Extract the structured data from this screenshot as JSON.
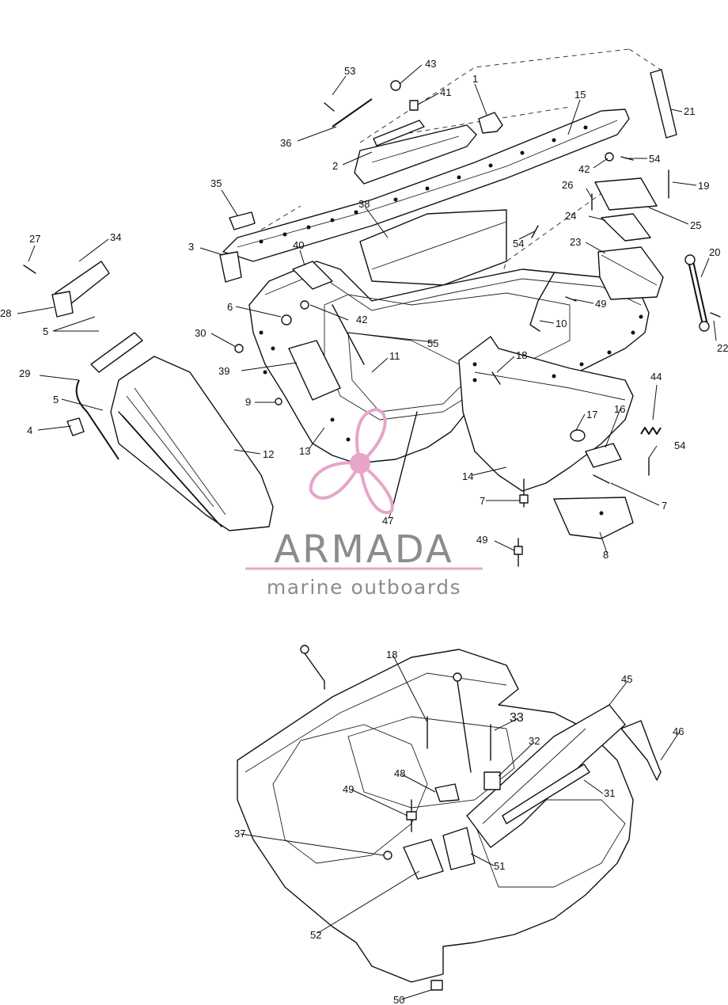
{
  "colors": {
    "line": "#111111",
    "watermark_text": "#8c8c8c",
    "watermark_accent": "#e7a5c8"
  },
  "watermark": {
    "title": "ARMADA",
    "subtitle": "marine outboards",
    "logo_icon": "propeller-icon"
  },
  "callouts": [
    {
      "id": "c53",
      "label": "53"
    },
    {
      "id": "c43",
      "label": "43"
    },
    {
      "id": "c41",
      "label": "41"
    },
    {
      "id": "c1",
      "label": "1"
    },
    {
      "id": "c15",
      "label": "15"
    },
    {
      "id": "c21",
      "label": "21"
    },
    {
      "id": "c36",
      "label": "36"
    },
    {
      "id": "c2",
      "label": "2"
    },
    {
      "id": "c54a",
      "label": "54"
    },
    {
      "id": "c42a",
      "label": "42"
    },
    {
      "id": "c19",
      "label": "19"
    },
    {
      "id": "c26",
      "label": "26"
    },
    {
      "id": "c35",
      "label": "35"
    },
    {
      "id": "c38",
      "label": "38"
    },
    {
      "id": "c25",
      "label": "25"
    },
    {
      "id": "c24",
      "label": "24"
    },
    {
      "id": "c54b",
      "label": "54"
    },
    {
      "id": "c27",
      "label": "27"
    },
    {
      "id": "c34",
      "label": "34"
    },
    {
      "id": "c3",
      "label": "3"
    },
    {
      "id": "c40",
      "label": "40"
    },
    {
      "id": "c23",
      "label": "23"
    },
    {
      "id": "c20",
      "label": "20"
    },
    {
      "id": "c28",
      "label": "28"
    },
    {
      "id": "c6",
      "label": "6"
    },
    {
      "id": "c42b",
      "label": "42"
    },
    {
      "id": "c49a",
      "label": "49"
    },
    {
      "id": "c10",
      "label": "10"
    },
    {
      "id": "c22",
      "label": "22"
    },
    {
      "id": "c5a",
      "label": "5"
    },
    {
      "id": "c30",
      "label": "30"
    },
    {
      "id": "c55",
      "label": "55"
    },
    {
      "id": "c18a",
      "label": "18"
    },
    {
      "id": "c11",
      "label": "11"
    },
    {
      "id": "c39",
      "label": "39"
    },
    {
      "id": "c29",
      "label": "29"
    },
    {
      "id": "c44",
      "label": "44"
    },
    {
      "id": "c9",
      "label": "9"
    },
    {
      "id": "c5b",
      "label": "5"
    },
    {
      "id": "c17",
      "label": "17"
    },
    {
      "id": "c16",
      "label": "16"
    },
    {
      "id": "c4",
      "label": "4"
    },
    {
      "id": "c12",
      "label": "12"
    },
    {
      "id": "c13",
      "label": "13"
    },
    {
      "id": "c54c",
      "label": "54"
    },
    {
      "id": "c14",
      "label": "14"
    },
    {
      "id": "c7a",
      "label": "7"
    },
    {
      "id": "c7b",
      "label": "7"
    },
    {
      "id": "c47",
      "label": "47"
    },
    {
      "id": "c49b",
      "label": "49"
    },
    {
      "id": "c8",
      "label": "8"
    },
    {
      "id": "c18b",
      "label": "18"
    },
    {
      "id": "c45",
      "label": "45"
    },
    {
      "id": "c33",
      "label": "33"
    },
    {
      "id": "c46",
      "label": "46"
    },
    {
      "id": "c32",
      "label": "32"
    },
    {
      "id": "c48",
      "label": "48"
    },
    {
      "id": "c49c",
      "label": "49"
    },
    {
      "id": "c31",
      "label": "31"
    },
    {
      "id": "c37",
      "label": "37"
    },
    {
      "id": "c51",
      "label": "51"
    },
    {
      "id": "c52",
      "label": "52"
    },
    {
      "id": "c50",
      "label": "50"
    }
  ]
}
